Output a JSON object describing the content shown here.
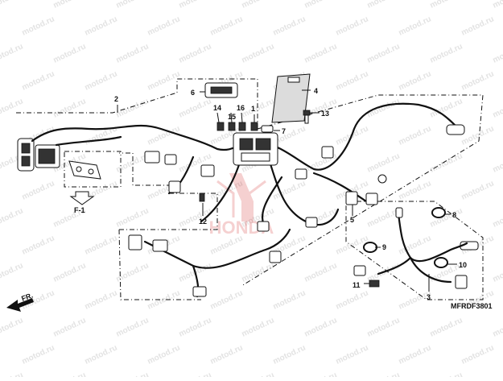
{
  "watermark": "motod.ru",
  "diagram_code": "MFRDF3801",
  "direction_label": "FR.",
  "view_label": "F-1",
  "callouts": [
    "1",
    "2",
    "3",
    "4",
    "5",
    "6",
    "7",
    "8",
    "9",
    "10",
    "11",
    "12",
    "13",
    "14",
    "15",
    "16"
  ]
}
